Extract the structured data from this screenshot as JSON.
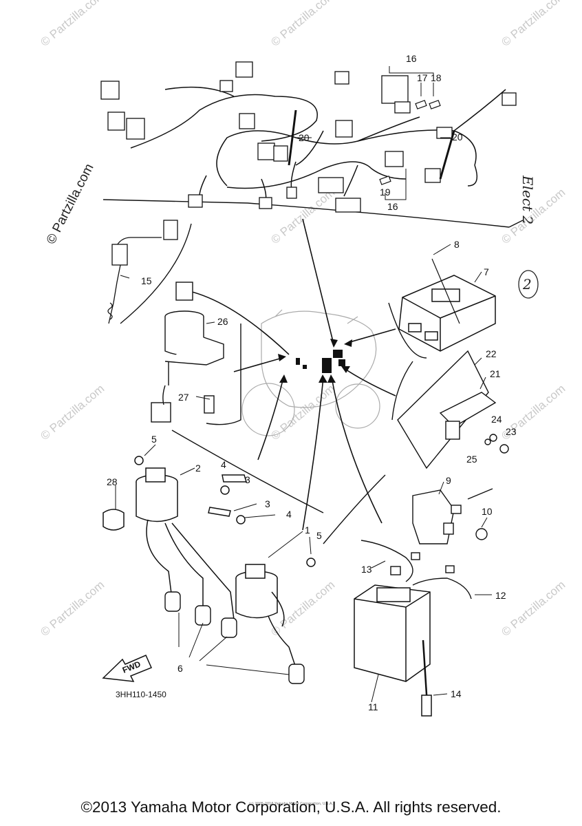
{
  "watermark": {
    "text": "© Partzilla.com",
    "vertical_text": "© Partzilla.com"
  },
  "handwritten_note": "Elect 2",
  "handwritten_circle": "2",
  "reference_code": "3HH110-1450",
  "fwd_label": "FWD",
  "part_numbers": {
    "p1": "1",
    "p2": "2",
    "p3a": "3",
    "p3b": "3",
    "p4a": "4",
    "p4b": "4",
    "p5a": "5",
    "p5b": "5",
    "p6": "6",
    "p7": "7",
    "p8": "8",
    "p9": "9",
    "p10": "10",
    "p11": "11",
    "p12": "12",
    "p13": "13",
    "p14": "14",
    "p15": "15",
    "p16a": "16",
    "p16b": "16",
    "p17": "17",
    "p18": "18",
    "p19": "19",
    "p20a": "20",
    "p20b": "20",
    "p21": "21",
    "p22": "22",
    "p23": "23",
    "p24": "24",
    "p25": "25",
    "p26": "26",
    "p27": "27",
    "p28": "28"
  },
  "footer": {
    "copyright": "©2013 Yamaha Motor Corporation, U.S.A. All rights reserved.",
    "db_credit": "(c) 2005-2016 Yamaha Motor Corporation, U.S.A."
  }
}
